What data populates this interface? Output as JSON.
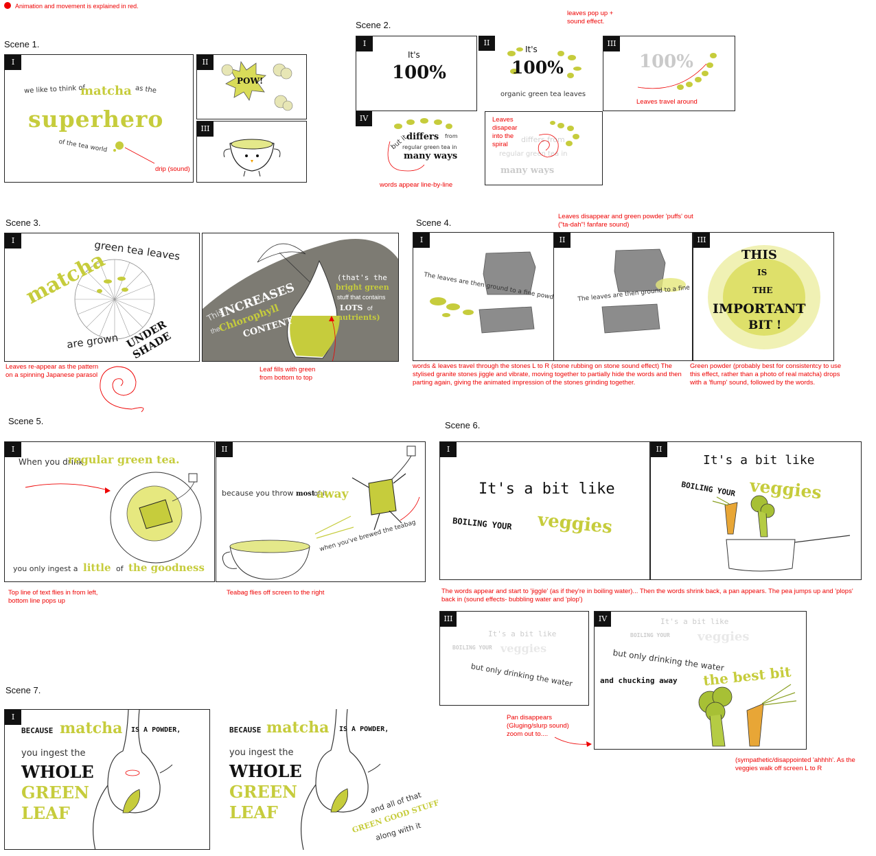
{
  "legend": {
    "text": "Animation and movement is explained in red."
  },
  "scenes": {
    "s1": {
      "title": "Scene 1.",
      "p1": {
        "num": "I",
        "t1": "we like to think of",
        "t2": "matcha",
        "t3": "as the",
        "t4": "superhero",
        "t5": "of the tea world"
      },
      "p2": {
        "num": "II",
        "pow": "POW!"
      },
      "p3": {
        "num": "III"
      },
      "note_drip": "drip (sound)"
    },
    "s2": {
      "title": "Scene 2.",
      "p1": {
        "num": "I",
        "t1": "It's",
        "t2": "100%"
      },
      "p2": {
        "num": "II",
        "t1": "It's",
        "t2": "100%",
        "t3": "organic green tea leaves"
      },
      "p3": {
        "num": "III",
        "t1": "100%"
      },
      "p4": {
        "num": "IV",
        "t1": "but it",
        "t2": "differs",
        "t3": "from",
        "t4": "regular green tea in",
        "t5": "many ways"
      },
      "p5": {
        "t1": "differs from",
        "t2": "regular green tea in",
        "t3": "many ways"
      },
      "note_leaves_pop": "leaves pop up + sound effect.",
      "note_travel": "Leaves travel around",
      "note_disappear": "Leaves disapear into the spiral",
      "note_lines": "words appear line-by-line"
    },
    "s3": {
      "title": "Scene 3.",
      "p1": {
        "num": "I",
        "t1": "matcha",
        "t2": "green tea leaves",
        "t3": "are grown",
        "t4": "UNDER SHADE"
      },
      "p2": {
        "num": "II",
        "t1": "This",
        "t2": "INCREASES",
        "t3": "the",
        "t4": "Chlorophyll",
        "t5": "CONTENT",
        "t6": "(that's the",
        "t7": "bright green",
        "t8": "stuff that contains",
        "t9": "LOTS",
        "t10": "of",
        "t11": "nutrients)"
      },
      "note_parasol": "Leaves re-appear as the pattern on a spinning Japanese parasol",
      "note_fill": "Leaf fills with green from bottom to top"
    },
    "s4": {
      "title": "Scene 4.",
      "p1": {
        "num": "I",
        "t1": "The leaves are then ground to a fine powder"
      },
      "p2": {
        "num": "II",
        "t1": "The leaves are then ground to a fine powder"
      },
      "p3": {
        "num": "III",
        "t1": "THIS",
        "t2": "IS",
        "t3": "THE",
        "t4": "IMPORTANT",
        "t5": "BIT !"
      },
      "note_puff": "Leaves disappear and green powder 'puffs' out (\"ta-dah\"! fanfare sound)",
      "note_stones": "words & leaves travel through the stones L to R (stone rubbing on stone sound effect) The stylised granite stones  jiggle and vibrate, moving together to partially hide the words and then parting again, giving the animated impression of the stones grinding together.",
      "note_powder": "Green powder (probably best for consistentcy to use this effect, rather than a photo of real matcha) drops with a 'flump' sound, followed by the words."
    },
    "s5": {
      "title": "Scene 5.",
      "p1": {
        "num": "I",
        "t1": "When you drink",
        "t2": "regular green tea.",
        "t3": "you only ingest a",
        "t4": "little",
        "t5": "of",
        "t6": "the goodness"
      },
      "p2": {
        "num": "II",
        "t1": "because you throw",
        "t2": "most",
        "t3": "of it",
        "t4": "away",
        "t5": "when you've brewed the teabag"
      },
      "note_fly": "Top line of text flies in from left, bottom line pops up",
      "note_teabag": "Teabag flies off screen to the right"
    },
    "s6": {
      "title": "Scene 6.",
      "p1": {
        "num": "I",
        "t1": "It's a bit like",
        "t2": "BOILING YOUR",
        "t3": "veggies"
      },
      "p2": {
        "num": "II",
        "t1": "It's a bit like",
        "t2": "BOILING YOUR",
        "t3": "veggies"
      },
      "p3": {
        "num": "III",
        "t1": "It's a bit like",
        "t2": "BOILING YOUR",
        "t3": "veggies",
        "t4": "but only drinking the water"
      },
      "p4": {
        "num": "IV",
        "t1": "It's a bit like",
        "t2": "BOILING YOUR",
        "t3": "veggies",
        "t4": "but only drinking the water",
        "t5": "and chucking away",
        "t6": "the best bit"
      },
      "note_jiggle": "The words appear and start to 'jiggle' (as if they're in boiling water)...  Then the words shrink back, a pan appears. The pea jumps up and 'plops' back in (sound effects- bubbling water and 'plop')",
      "note_pan": "Pan disappears (Gluging/slurp sound) zoom out to....",
      "note_ahh": "(sympathetic/disappointed 'ahhhh'. As the veggies walk off screen L to R"
    },
    "s7": {
      "title": "Scene 7.",
      "p1": {
        "num": "I",
        "t1": "BECAUSE",
        "t2": "matcha",
        "t3": "IS A POWDER,",
        "t4": "you ingest the",
        "t5": "WHOLE",
        "t6": "GREEN",
        "t7": "LEAF"
      },
      "p2": {
        "t1": "BECAUSE",
        "t2": "matcha",
        "t3": "IS A POWDER,",
        "t4": "you ingest the",
        "t5": "WHOLE",
        "t6": "GREEN",
        "t7": "LEAF",
        "t8": "and all of that",
        "t9": "GREEN GOOD STUFF",
        "t10": "along with it"
      }
    }
  },
  "colors": {
    "accent_green": "#c6cc3c",
    "annotation_red": "#e00000",
    "stone_grey": "#7d7b73"
  }
}
